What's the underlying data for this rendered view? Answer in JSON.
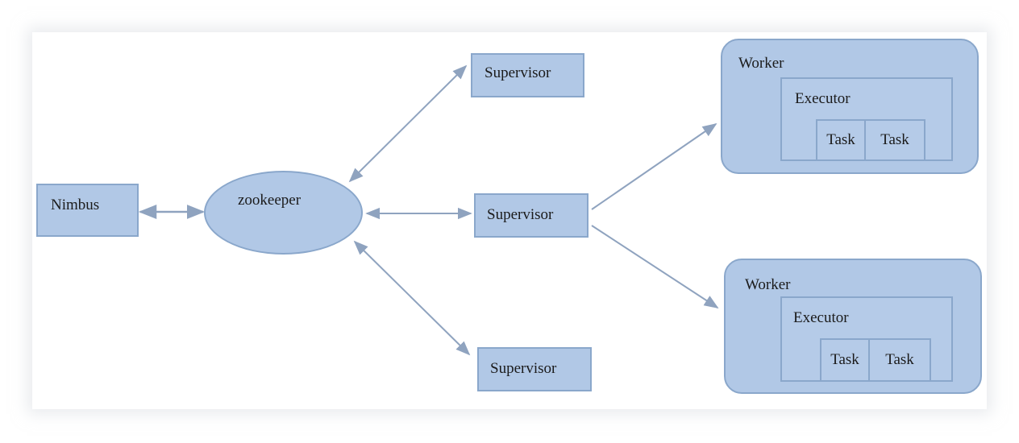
{
  "diagram": {
    "nodes": {
      "nimbus": "Nimbus",
      "zookeeper": "zookeeper",
      "supervisor_top": "Supervisor",
      "supervisor_mid": "Supervisor",
      "supervisor_bottom": "Supervisor",
      "worker_top": {
        "label": "Worker",
        "executor": "Executor",
        "tasks": [
          "Task",
          "Task"
        ]
      },
      "worker_bottom": {
        "label": "Worker",
        "executor": "Executor",
        "tasks": [
          "Task",
          "Task"
        ]
      }
    },
    "colors": {
      "node_fill": "#b1c8e6",
      "node_border": "#8aa7cb",
      "arrow": "#8fa3bf",
      "text": "#1b1b1b"
    }
  }
}
